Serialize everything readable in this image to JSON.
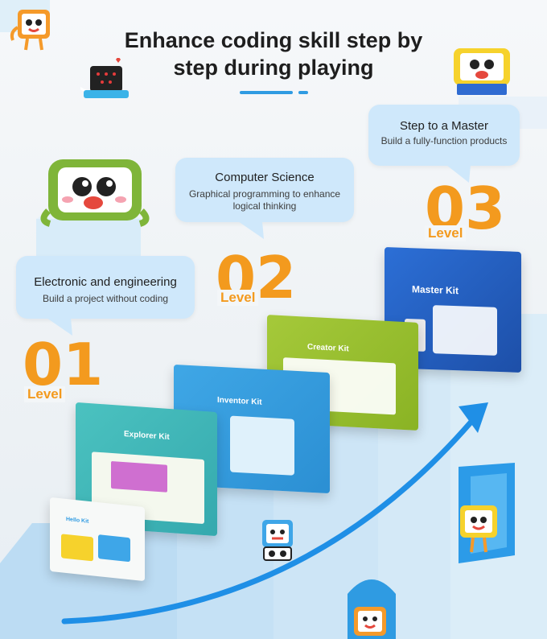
{
  "header": {
    "title_line1": "Enhance coding skill step by",
    "title_line2": "step during playing"
  },
  "levels": [
    {
      "number": "01",
      "word": "Level",
      "bubble_title": "Electronic and engineering",
      "bubble_sub": "Build a project without coding"
    },
    {
      "number": "02",
      "word": "Level",
      "bubble_title": "Computer Science",
      "bubble_sub_line1": "Graphical programming to enhance",
      "bubble_sub_line2": "logical thinking"
    },
    {
      "number": "03",
      "word": "Level",
      "bubble_title": "Step to a Master",
      "bubble_sub": "Build a fully-function products"
    }
  ],
  "kits": {
    "hello": "Hello Kit",
    "explorer": "Explorer Kit",
    "inventor": "Inventor Kit",
    "creator": "Creator Kit",
    "master": "Master Kit"
  },
  "colors": {
    "accent_orange": "#f39a1e",
    "accent_blue": "#2f9be2",
    "bubble_blue": "#cfe8fb",
    "step_blue": "#b9dcf4"
  }
}
